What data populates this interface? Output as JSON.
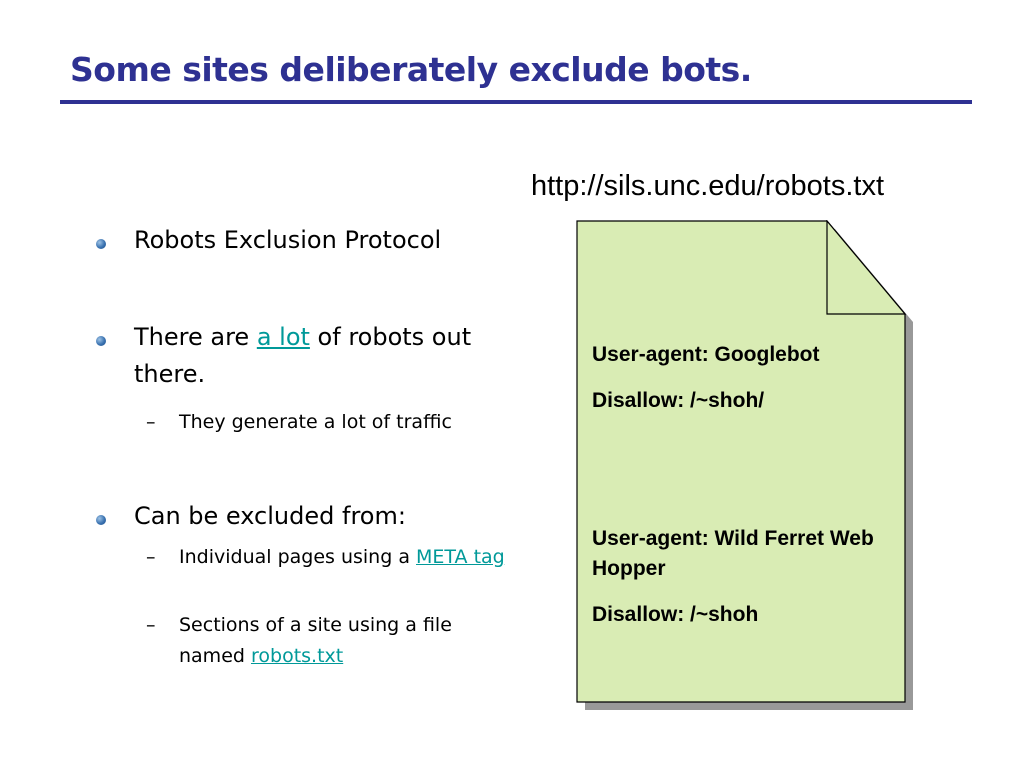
{
  "slide": {
    "title": "Some sites deliberately exclude bots.",
    "url": "http://sils.unc.edu/robots.txt"
  },
  "bullets": [
    {
      "text": "Robots Exclusion Protocol"
    },
    {
      "text_before": "There are ",
      "link": "a lot",
      "text_after": " of robots out there."
    },
    {
      "text": "Can be excluded from:"
    }
  ],
  "subbullets": [
    {
      "text": "They generate a lot of traffic"
    },
    {
      "text_before": "Individual pages using a ",
      "link": "META tag"
    },
    {
      "text_before": "Sections of a site using a file named ",
      "link": "robots.txt"
    }
  ],
  "robots_file": {
    "line1": "User-agent: Googlebot",
    "line2": "Disallow: /~shoh/",
    "line3": "User-agent: Wild Ferret Web Hopper",
    "line4": "Disallow: /~shoh"
  },
  "colors": {
    "title": "#2e3192",
    "link": "#009999",
    "document_fill": "#d9ecb4",
    "document_shadow": "#999999"
  },
  "icons": {
    "bullet": "bullet-dot-icon",
    "document": "document-icon"
  }
}
